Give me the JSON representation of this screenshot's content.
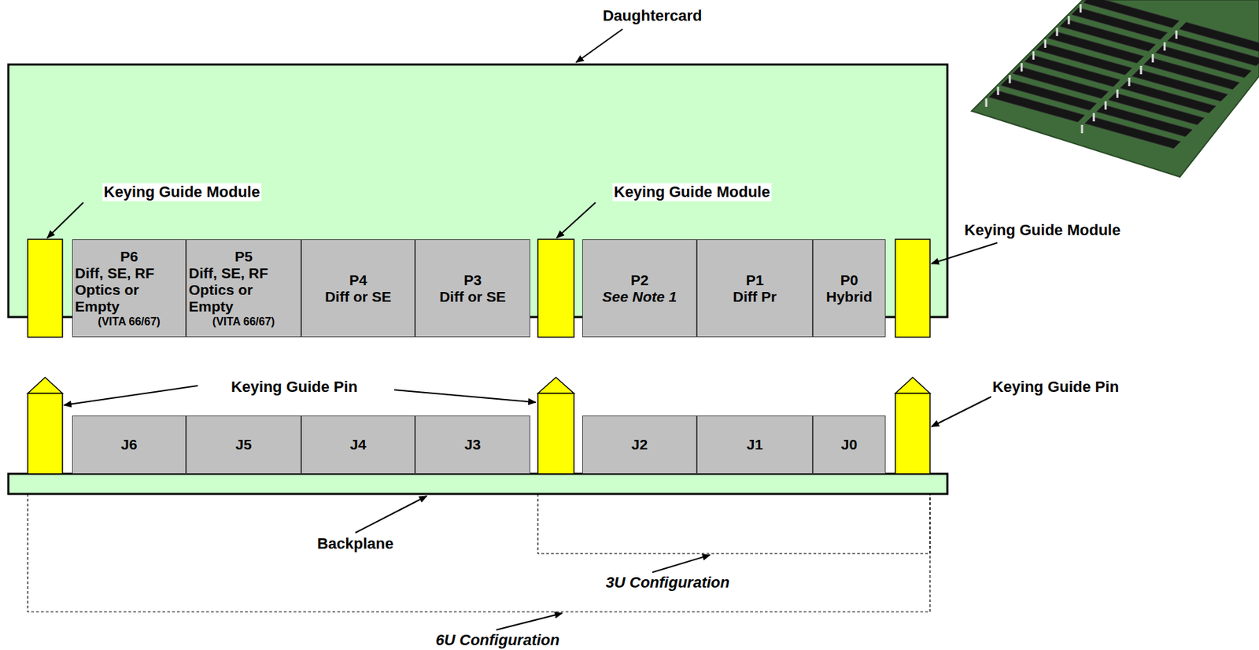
{
  "diagram": {
    "nodes": [
      {
        "text": [
          "P6",
          "Diff, SE, RF Optics or Empty",
          "(VITA 66/67)"
        ]
      },
      {
        "text": [
          "P5",
          "Diff, SE, RF Optics or Empty",
          "(VITA 66/67)"
        ]
      },
      {
        "text": [
          "P4",
          "Diff or SE"
        ]
      },
      {
        "text": [
          "P3",
          "Diff or SE"
        ]
      },
      {
        "text": [
          "P2",
          "See Note 1"
        ]
      },
      {
        "text": [
          "P1",
          "Diff Pr"
        ]
      },
      {
        "text": [
          "P0",
          "Hybrid"
        ]
      },
      {
        "text": [
          "J6"
        ]
      },
      {
        "text": [
          "J5"
        ]
      },
      {
        "text": [
          "J4"
        ]
      },
      {
        "text": [
          "J3"
        ]
      },
      {
        "text": [
          "J2"
        ]
      },
      {
        "text": [
          "J1"
        ]
      },
      {
        "text": [
          "J0"
        ]
      }
    ],
    "labels": [
      "Daughtercard",
      "Keying Guide Module",
      "Keying Guide Module",
      "Keying Guide Module",
      "Keying Guide Pin",
      "Keying Guide Pin",
      "Backplane",
      "3U Configuration",
      "6U Configuration"
    ]
  }
}
